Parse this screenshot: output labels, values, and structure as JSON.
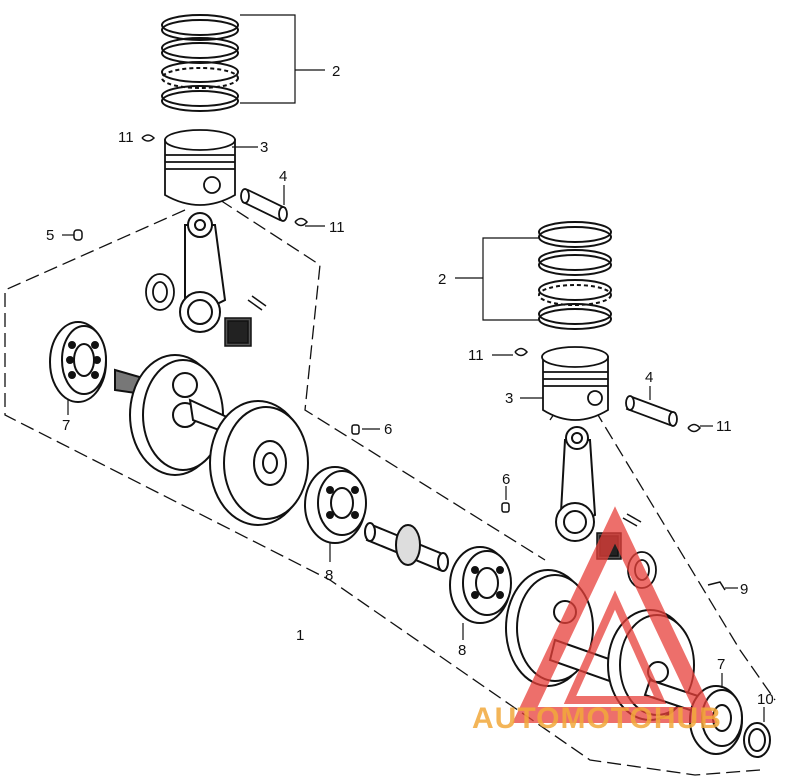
{
  "diagram": {
    "callouts": [
      {
        "id": "c2a",
        "text": "2"
      },
      {
        "id": "c3a",
        "text": "3"
      },
      {
        "id": "c11a",
        "text": "11"
      },
      {
        "id": "c4a",
        "text": "4"
      },
      {
        "id": "c11b",
        "text": "11"
      },
      {
        "id": "c5",
        "text": "5"
      },
      {
        "id": "c7a",
        "text": "7"
      },
      {
        "id": "c6a",
        "text": "6"
      },
      {
        "id": "c8a",
        "text": "8"
      },
      {
        "id": "c1",
        "text": "1"
      },
      {
        "id": "c2b",
        "text": "2"
      },
      {
        "id": "c11c",
        "text": "11"
      },
      {
        "id": "c3b",
        "text": "3"
      },
      {
        "id": "c4b",
        "text": "4"
      },
      {
        "id": "c11d",
        "text": "11"
      },
      {
        "id": "c6b",
        "text": "6"
      },
      {
        "id": "c8b",
        "text": "8"
      },
      {
        "id": "c9",
        "text": "9"
      },
      {
        "id": "c7b",
        "text": "7"
      },
      {
        "id": "c10",
        "text": "10"
      }
    ]
  },
  "watermark": {
    "text": "AUTOMOTOHUB",
    "color": "#e8403a",
    "text_color": "#f2a93b"
  }
}
